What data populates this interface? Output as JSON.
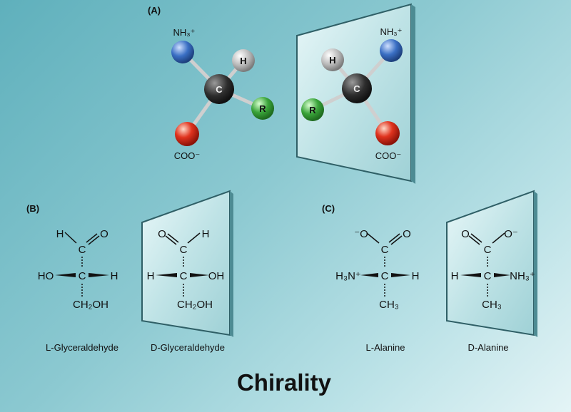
{
  "title": "Chirality",
  "panels": {
    "a": {
      "label": "(A)",
      "left": {
        "top_group": "NH₃⁺",
        "bottom_group": "COO⁻",
        "atom_c": "C",
        "atom_h": "H",
        "atom_r": "R"
      },
      "right": {
        "top_group": "NH₃⁺",
        "bottom_group": "COO⁻",
        "atom_c": "C",
        "atom_h": "H",
        "atom_r": "R"
      }
    },
    "b": {
      "label": "(B)",
      "left": {
        "top_h": "H",
        "top_o": "O",
        "upper_c": "C",
        "center_c": "C",
        "left_sub": "HO",
        "right_sub": "H",
        "bottom_sub": "CH₂OH",
        "caption": "L-Glyceraldehyde"
      },
      "right": {
        "top_o": "O",
        "top_h": "H",
        "upper_c": "C",
        "center_c": "C",
        "left_sub": "H",
        "right_sub": "OH",
        "bottom_sub": "CH₂OH",
        "caption": "D-Glyceraldehyde"
      }
    },
    "c": {
      "label": "(C)",
      "left": {
        "top_o_minus": "⁻O",
        "top_o": "O",
        "upper_c": "C",
        "center_c": "C",
        "left_sub": "H₃N⁺",
        "right_sub": "H",
        "bottom_sub": "CH₃",
        "caption": "L-Alanine"
      },
      "right": {
        "top_o": "O",
        "top_o_minus": "O⁻",
        "upper_c": "C",
        "center_c": "C",
        "left_sub": "H",
        "right_sub": "NH₃⁺",
        "bottom_sub": "CH₃",
        "caption": "D-Alanine"
      }
    }
  },
  "colors": {
    "carbon": "#333333",
    "hydrogen": "#bdbdbd",
    "nitrogen": "#3a6fc4",
    "r_group": "#3aa53a",
    "oxygen": "#e0331e",
    "mirror": "#c8e8ea"
  }
}
